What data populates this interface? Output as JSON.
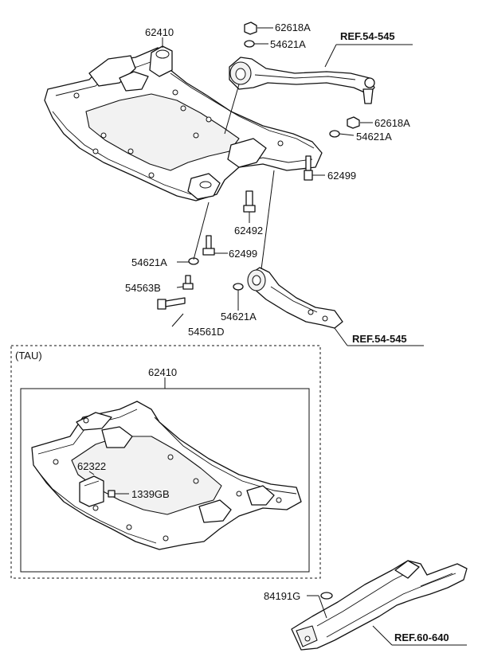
{
  "top_section": {
    "subframe_label": "62410",
    "upper_nut_label": "62618A",
    "upper_washer_label": "54621A",
    "upper_arm_ref": "REF.54-545",
    "right_nut_label": "62618A",
    "right_washer_label": "54621A",
    "right_bolt_label": "62499",
    "center_bolt_label": "62492",
    "left_washer_label": "54621A",
    "left_bolt_label": "62499",
    "left_small_bolt_label": "54563B",
    "lower_washer_label": "54621A",
    "lower_bolt_label": "54561D",
    "lower_arm_ref": "REF.54-545"
  },
  "variant_section": {
    "title": "(TAU)",
    "subframe_label": "62410",
    "bracket_label": "62322",
    "bolt_label": "1339GB"
  },
  "bottom_section": {
    "plug_label": "84191G",
    "member_ref": "REF.60-640"
  }
}
